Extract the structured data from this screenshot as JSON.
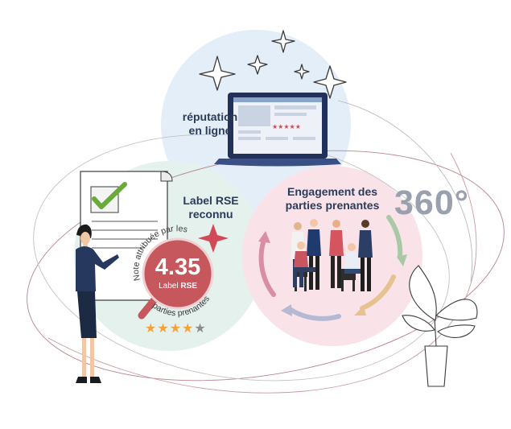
{
  "reputation_label": "réputation en ligne",
  "reputation_line1": "réputation",
  "reputation_line2": "en ligne",
  "rse_line1": "Label RSE",
  "rse_line2": "reconnu",
  "engagement_line1": "Engagement des",
  "engagement_line2": "parties prenantes",
  "note_arc_text": "Note attribuée par les",
  "parties_arc_text": "parties prenantes",
  "score_value": "4.35",
  "score_label_prefix": "Label",
  "score_label_emph": "RSE",
  "rating_stars": 4,
  "rating_max": 5,
  "laptop_stars": "★★★★★",
  "degree_text": "360°",
  "colors": {
    "label_text": "#2b3c5a",
    "bubble_blue": "#e4eef8",
    "bubble_green": "#e4f1ec",
    "bubble_pink": "#f9e3e8",
    "badge_red": "#c6575c",
    "gear_red": "#d24a57",
    "degree_gray": "#99a1ae",
    "star_orange": "#f2a33a"
  },
  "icons": [
    "sparkle-star-icon",
    "laptop-icon",
    "document-check-icon",
    "magnifier-badge-icon",
    "gear-star-icon",
    "team-people-icon",
    "cycle-arrows-icon",
    "plant-icon",
    "presenter-woman-icon"
  ]
}
